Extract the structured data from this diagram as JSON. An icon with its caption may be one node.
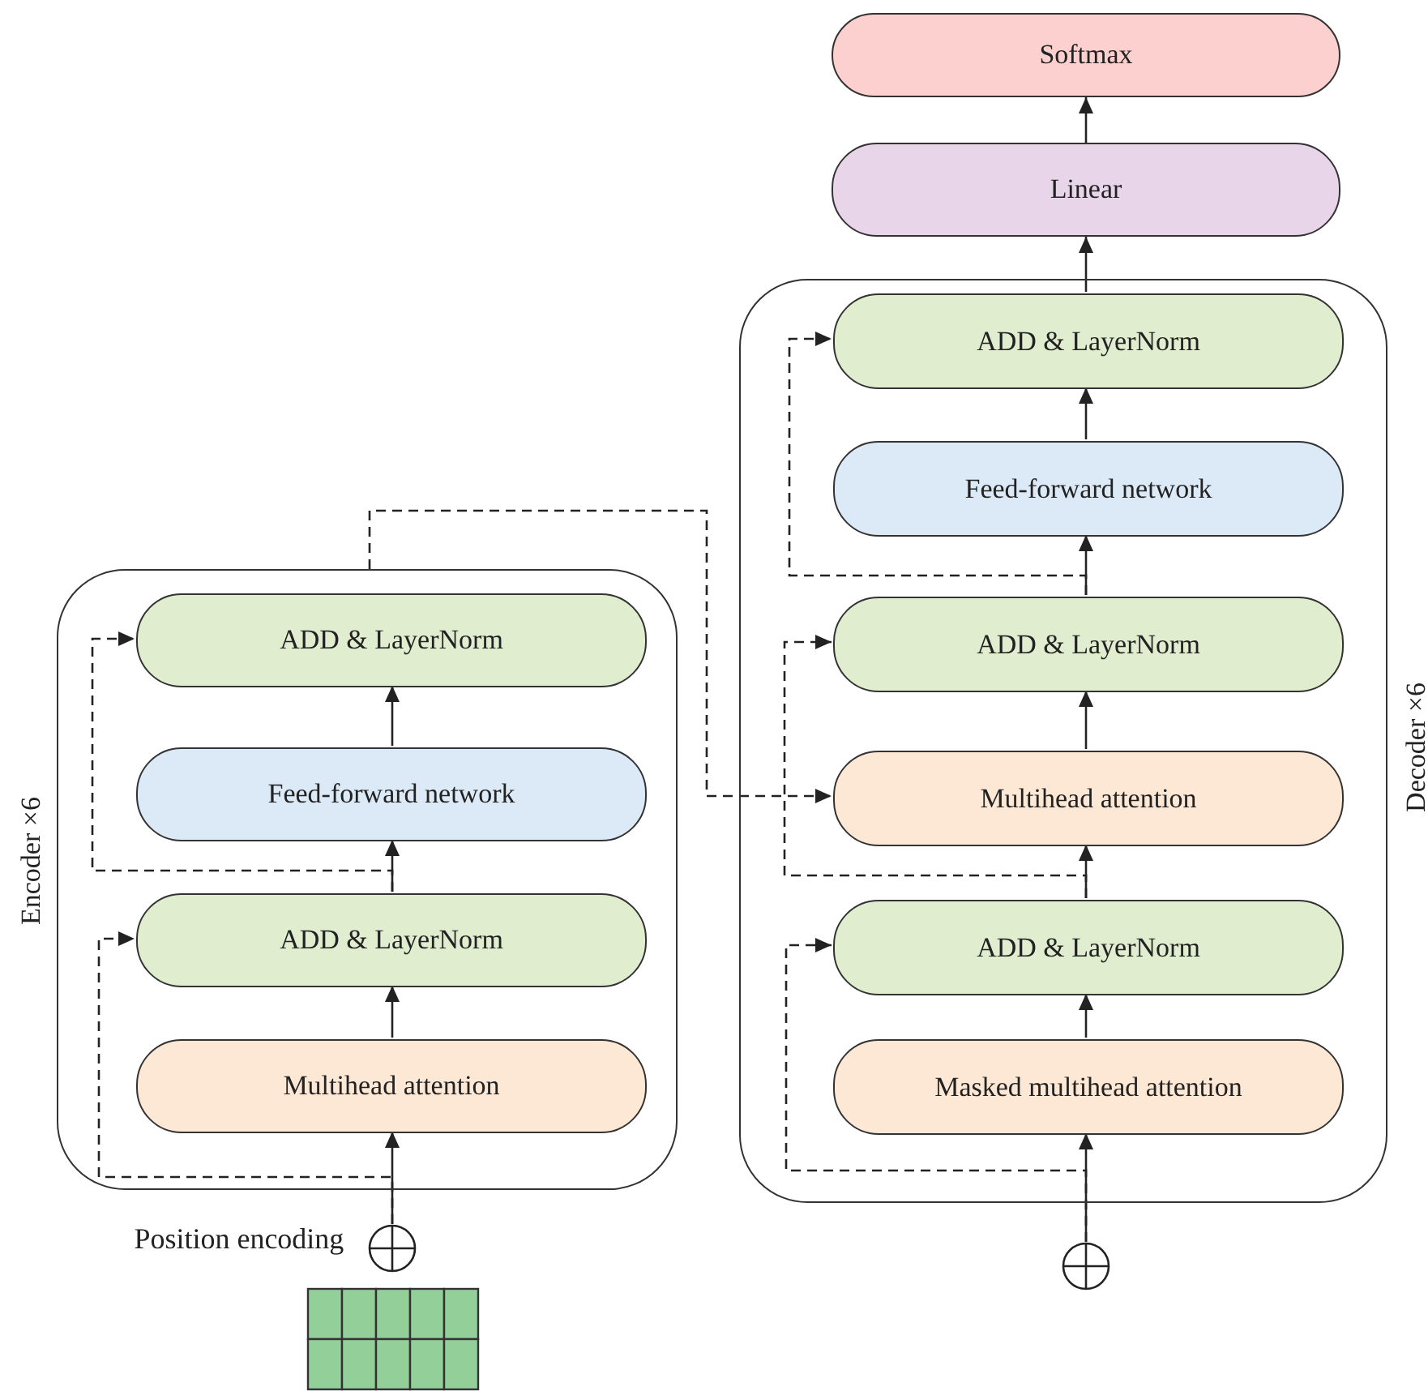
{
  "diagram": {
    "nodes": [
      {
        "text": [
          "Softmax"
        ]
      },
      {
        "text": [
          "Linear"
        ]
      },
      {
        "text": [
          "Decoder ×6"
        ]
      },
      {
        "text": [
          "ADD & LayerNorm"
        ],
        "in": 2
      },
      {
        "text": [
          "Feed-forward network"
        ],
        "in": 2
      },
      {
        "text": [
          "ADD & LayerNorm"
        ],
        "in": 2
      },
      {
        "text": [
          "Multihead attention"
        ],
        "in": 2
      },
      {
        "text": [
          "ADD & LayerNorm"
        ],
        "in": 2
      },
      {
        "text": [
          "Masked multihead attention"
        ],
        "in": 2
      },
      {
        "text": [
          "Encoder ×6"
        ]
      },
      {
        "text": [
          "ADD & LayerNorm"
        ],
        "in": 9
      },
      {
        "text": [
          "Feed-forward network"
        ],
        "in": 9
      },
      {
        "text": [
          "ADD & LayerNorm"
        ],
        "in": 9
      },
      {
        "text": [
          "Multihead attention"
        ],
        "in": 9
      },
      {
        "text": [],
        "shape": "circle",
        "beside": [
          "Position encoding"
        ]
      },
      {
        "text": [],
        "shape": "circle"
      }
    ],
    "edges": [
      {
        "from": 14,
        "to": 13,
        "arrow": "to"
      },
      {
        "from": 14,
        "to": 12,
        "arrow": "to",
        "style": "dashed"
      },
      {
        "from": 13,
        "to": 12,
        "arrow": "to"
      },
      {
        "from": 12,
        "to": 11,
        "arrow": "to"
      },
      {
        "from": 12,
        "to": 10,
        "arrow": "to",
        "style": "dashed"
      },
      {
        "from": 11,
        "to": 10,
        "arrow": "to"
      },
      {
        "from": 9,
        "to": 6,
        "arrow": "to",
        "style": "dashed"
      },
      {
        "from": 15,
        "to": 8,
        "arrow": "to"
      },
      {
        "from": 15,
        "to": 7,
        "arrow": "to",
        "style": "dashed"
      },
      {
        "from": 8,
        "to": 7,
        "arrow": "to"
      },
      {
        "from": 7,
        "to": 6,
        "arrow": "to"
      },
      {
        "from": 7,
        "to": 5,
        "arrow": "to",
        "style": "dashed"
      },
      {
        "from": 6,
        "to": 5,
        "arrow": "to"
      },
      {
        "from": 5,
        "to": 4,
        "arrow": "to"
      },
      {
        "from": 5,
        "to": 3,
        "arrow": "to",
        "style": "dashed"
      },
      {
        "from": 4,
        "to": 3,
        "arrow": "to"
      },
      {
        "from": 3,
        "to": 1,
        "arrow": "to"
      },
      {
        "from": 1,
        "to": 0,
        "arrow": "to"
      }
    ]
  }
}
